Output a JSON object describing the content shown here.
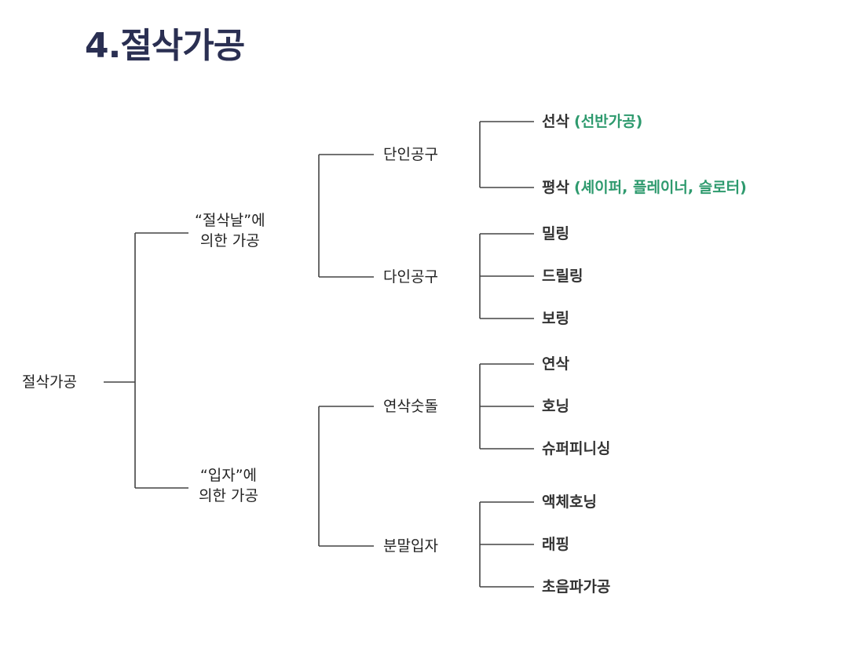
{
  "title": "4.절삭가공",
  "root": "절삭가공",
  "branches": [
    {
      "label_line1": "“절삭날”에",
      "label_line2": "의한 가공",
      "groups": [
        {
          "label": "단인공구",
          "leaves": [
            {
              "name": "선삭",
              "note": "(선반가공)"
            },
            {
              "name": "평삭",
              "note": "(셰이퍼, 플레이너, 슬로터)"
            }
          ]
        },
        {
          "label": "다인공구",
          "leaves": [
            {
              "name": "밀링"
            },
            {
              "name": "드릴링"
            },
            {
              "name": "보링"
            }
          ]
        }
      ]
    },
    {
      "label_line1": "“입자”에",
      "label_line2": "의한 가공",
      "groups": [
        {
          "label": "연삭숫돌",
          "leaves": [
            {
              "name": "연삭"
            },
            {
              "name": "호닝"
            },
            {
              "name": "슈퍼피니싱"
            }
          ]
        },
        {
          "label": "분말입자",
          "leaves": [
            {
              "name": "액체호닝"
            },
            {
              "name": "래핑"
            },
            {
              "name": "초음파가공"
            }
          ]
        }
      ]
    }
  ]
}
